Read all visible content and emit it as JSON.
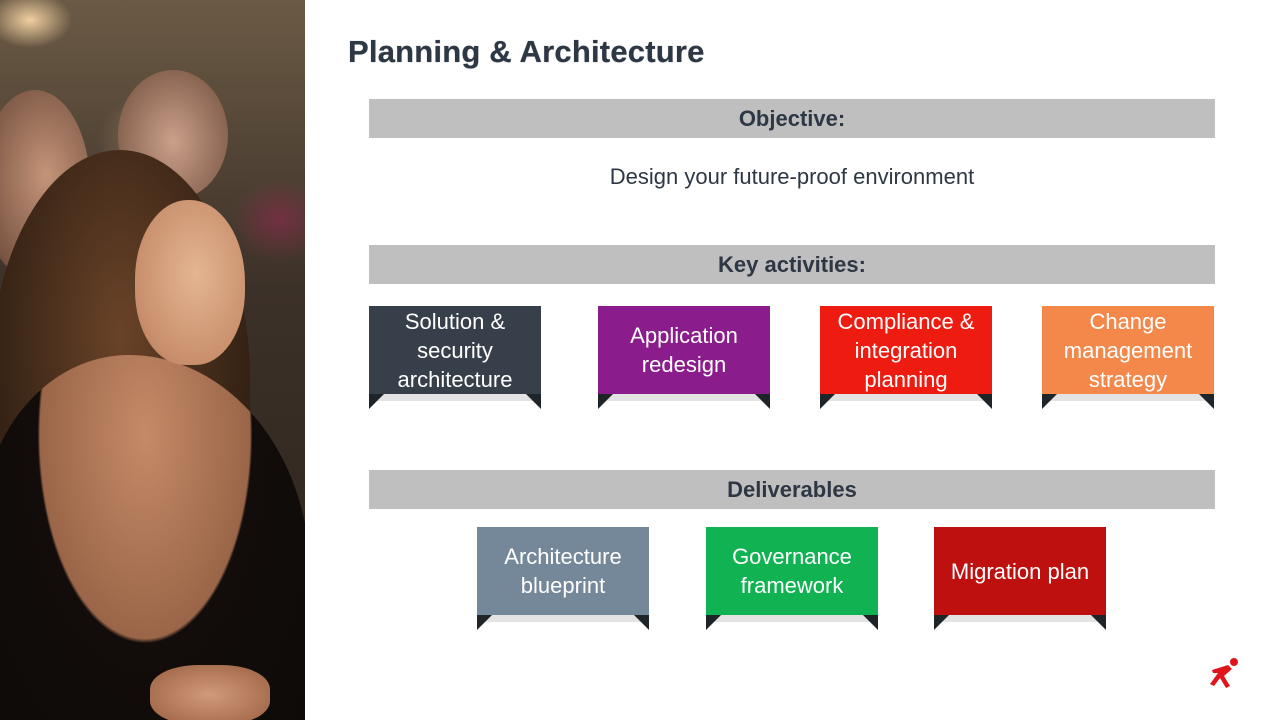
{
  "slide": {
    "title": "Planning & Architecture",
    "objective": {
      "header": "Objective:",
      "text": "Design your future-proof environment"
    },
    "key_activities": {
      "header": "Key activities:",
      "items": [
        {
          "label": "Solution & security architecture",
          "color": "#37404a"
        },
        {
          "label": "Application redesign",
          "color": "#8b1c8b"
        },
        {
          "label": "Compliance & integration planning",
          "color": "#ee1b10"
        },
        {
          "label": "Change management strategy",
          "color": "#f3884a"
        }
      ]
    },
    "deliverables": {
      "header": "Deliverables",
      "items": [
        {
          "label": "Architecture blueprint",
          "color": "#74889a"
        },
        {
          "label": "Governance framework",
          "color": "#10b252"
        },
        {
          "label": "Migration plan",
          "color": "#bf1010"
        }
      ]
    }
  },
  "colors": {
    "title_text": "#2e3744",
    "header_bar": "#bfbfbf",
    "logo": "#e0151c"
  },
  "icons": {
    "photo": "audience-photo",
    "logo": "running-figure-logo"
  }
}
